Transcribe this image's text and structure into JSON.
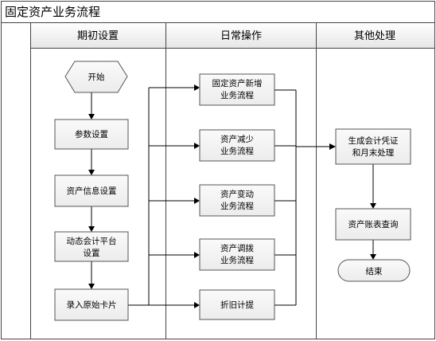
{
  "title": "固定资产业务流程",
  "lanes": [
    {
      "label": "期初设置"
    },
    {
      "label": "日常操作"
    },
    {
      "label": "其他处理"
    }
  ],
  "nodes": {
    "start": {
      "lines": [
        "开始"
      ]
    },
    "params": {
      "lines": [
        "参数设置"
      ]
    },
    "assetinfo": {
      "lines": [
        "资产信息设置"
      ]
    },
    "dynacct": {
      "lines": [
        "动态会计平台",
        "设置"
      ]
    },
    "cards": {
      "lines": [
        "录入原始卡片"
      ]
    },
    "add": {
      "lines": [
        "固定资产新增",
        "业务流程"
      ]
    },
    "reduce": {
      "lines": [
        "资产减少",
        "业务流程"
      ]
    },
    "change": {
      "lines": [
        "资产变动",
        "业务流程"
      ]
    },
    "transfer": {
      "lines": [
        "资产调拨",
        "业务流程"
      ]
    },
    "depr": {
      "lines": [
        "折旧计提"
      ]
    },
    "voucher": {
      "lines": [
        "生成会计凭证",
        "和月末处理"
      ]
    },
    "report": {
      "lines": [
        "资产账表查询"
      ]
    },
    "end": {
      "lines": [
        "结束"
      ]
    }
  },
  "colors": {
    "box_fill": "#f2f2f2",
    "header_fill": "#f2f2f2",
    "border": "#555555",
    "line": "#000000"
  }
}
